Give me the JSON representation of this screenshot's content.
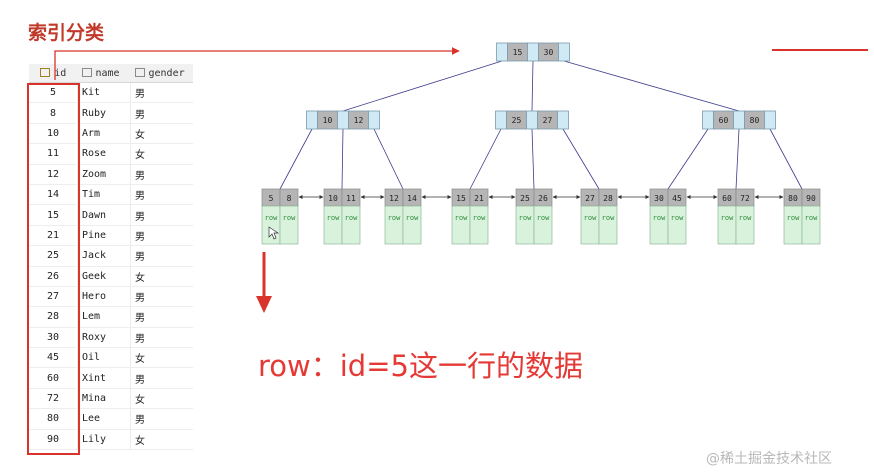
{
  "title": "索引分类",
  "table": {
    "headers": [
      "id",
      "name",
      "gender"
    ],
    "rows": [
      [
        "5",
        "Kit",
        "男"
      ],
      [
        "8",
        "Ruby",
        "男"
      ],
      [
        "10",
        "Arm",
        "女"
      ],
      [
        "11",
        "Rose",
        "女"
      ],
      [
        "12",
        "Zoom",
        "男"
      ],
      [
        "14",
        "Tim",
        "男"
      ],
      [
        "15",
        "Dawn",
        "男"
      ],
      [
        "21",
        "Pine",
        "男"
      ],
      [
        "25",
        "Jack",
        "男"
      ],
      [
        "26",
        "Geek",
        "女"
      ],
      [
        "27",
        "Hero",
        "男"
      ],
      [
        "28",
        "Lem",
        "男"
      ],
      [
        "30",
        "Roxy",
        "男"
      ],
      [
        "45",
        "Oil",
        "女"
      ],
      [
        "60",
        "Xint",
        "男"
      ],
      [
        "72",
        "Mina",
        "女"
      ],
      [
        "80",
        "Lee",
        "男"
      ],
      [
        "90",
        "Lily",
        "女"
      ]
    ]
  },
  "tree": {
    "root": [
      "15",
      "30"
    ],
    "internal": [
      [
        "10",
        "12"
      ],
      [
        "25",
        "27"
      ],
      [
        "60",
        "80"
      ]
    ],
    "leaves": [
      [
        "5",
        "8"
      ],
      [
        "10",
        "11"
      ],
      [
        "12",
        "14"
      ],
      [
        "15",
        "21"
      ],
      [
        "25",
        "26"
      ],
      [
        "27",
        "28"
      ],
      [
        "30",
        "45"
      ],
      [
        "60",
        "72"
      ],
      [
        "80",
        "90"
      ]
    ],
    "row_label": "row"
  },
  "caption": "row：id=5这一行的数据",
  "watermark": "@稀土掘金技术社区",
  "colors": {
    "accent": "#d9342b",
    "caption": "#e53935",
    "leaf_key_bg": "#b5b5b5",
    "leaf_row_bg": "#d9f2dc",
    "internal_ptr_bg": "#cfeaf5",
    "edge": "#3c3c8a"
  }
}
